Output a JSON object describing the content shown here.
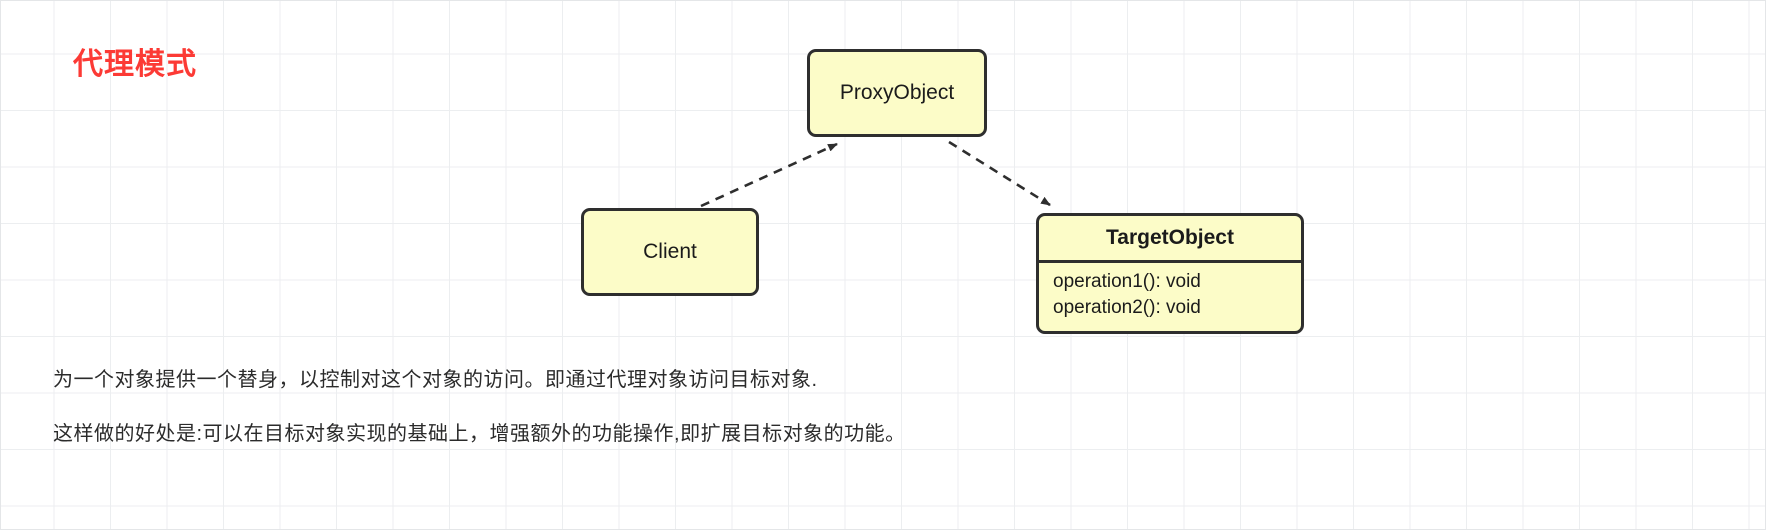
{
  "title": "代理模式",
  "accent_color": "#fc3a35",
  "node_fill": "#fcfcc8",
  "node_stroke": "#2e2e2e",
  "nodes": {
    "proxy": {
      "label": "ProxyObject"
    },
    "client": {
      "label": "Client"
    },
    "target": {
      "label": "TargetObject",
      "operations": [
        "operation1(): void",
        "operation2(): void"
      ]
    }
  },
  "edges": [
    {
      "name": "client-to-proxy",
      "style": "dashed",
      "arrow": "open-filled",
      "from": "Client",
      "to": "ProxyObject"
    },
    {
      "name": "proxy-to-target",
      "style": "dashed",
      "arrow": "open-filled",
      "from": "ProxyObject",
      "to": "TargetObject"
    }
  ],
  "description": {
    "line1": "为一个对象提供一个替身，以控制对这个对象的访问。即通过代理对象访问目标对象.",
    "line2": "这样做的好处是:可以在目标对象实现的基础上，增强额外的功能操作,即扩展目标对象的功能。"
  }
}
